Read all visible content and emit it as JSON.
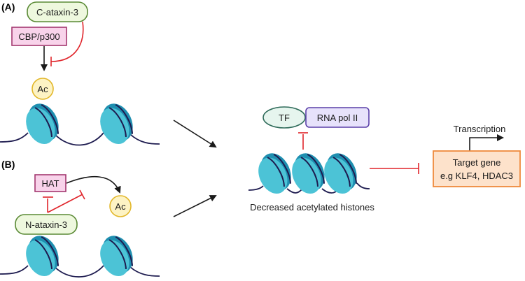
{
  "panels": {
    "a": "(A)",
    "b": "(B)"
  },
  "panel_a": {
    "c_ataxin": "C-ataxin-3",
    "cbp": "CBP/p300",
    "ac": "Ac"
  },
  "panel_b": {
    "hat": "HAT",
    "n_ataxin": "N-ataxin-3",
    "ac": "Ac"
  },
  "center": {
    "tf": "TF",
    "rna_pol": "RNA pol II",
    "caption": "Decreased acetylated histones"
  },
  "right": {
    "transcription": "Transcription",
    "target_line1": "Target gene",
    "target_line2": "e.g KLF4, HDAC3"
  },
  "colors": {
    "nucleosome_light": "#4cc3d6",
    "nucleosome_dark": "#1f8fb0",
    "inhibition": "#e0242a"
  }
}
